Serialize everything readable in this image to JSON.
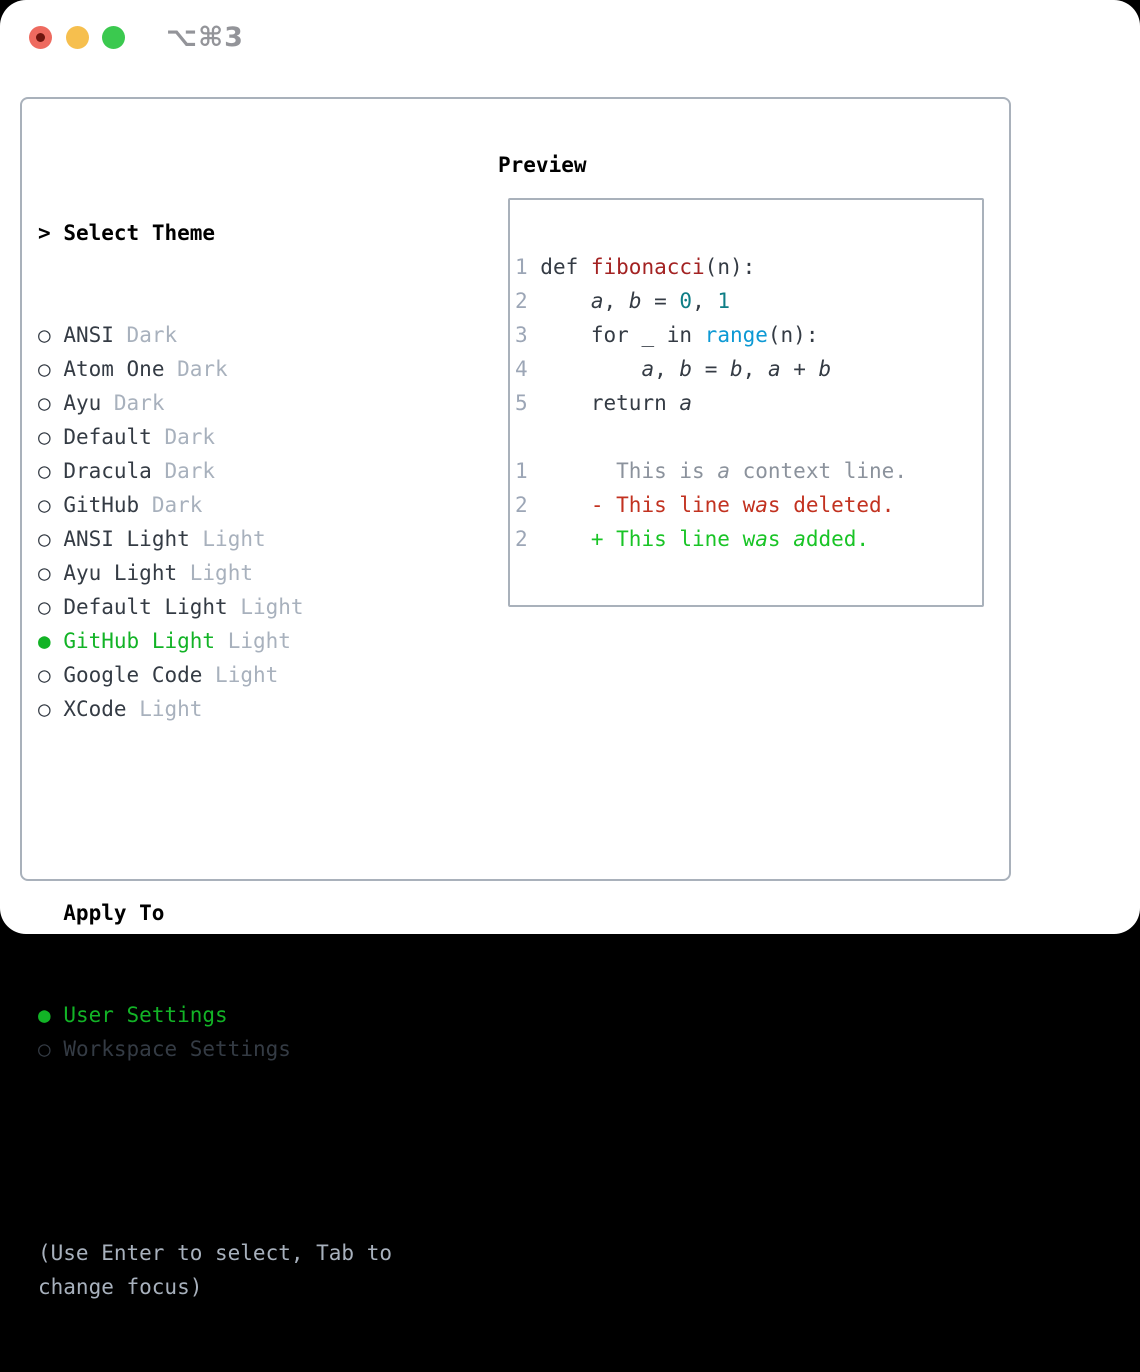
{
  "window": {
    "title_shortcut": "⌥⌘3"
  },
  "markers": {
    "selected": "●",
    "unselected": "○"
  },
  "theme_panel": {
    "header": {
      "prefix": ">",
      "label": "Select Theme"
    },
    "themes": [
      {
        "name": "ANSI",
        "variant": "Dark",
        "selected": false
      },
      {
        "name": "Atom One",
        "variant": "Dark",
        "selected": false
      },
      {
        "name": "Ayu",
        "variant": "Dark",
        "selected": false
      },
      {
        "name": "Default",
        "variant": "Dark",
        "selected": false
      },
      {
        "name": "Dracula",
        "variant": "Dark",
        "selected": false
      },
      {
        "name": "GitHub",
        "variant": "Dark",
        "selected": false
      },
      {
        "name": "ANSI Light",
        "variant": "Light",
        "selected": false
      },
      {
        "name": "Ayu Light",
        "variant": "Light",
        "selected": false
      },
      {
        "name": "Default Light",
        "variant": "Light",
        "selected": false
      },
      {
        "name": "GitHub Light",
        "variant": "Light",
        "selected": true
      },
      {
        "name": "Google Code",
        "variant": "Light",
        "selected": false
      },
      {
        "name": "XCode",
        "variant": "Light",
        "selected": false
      }
    ],
    "apply_to": {
      "header": "Apply To",
      "options": [
        {
          "label": "User Settings",
          "selected": true
        },
        {
          "label": "Workspace Settings",
          "selected": false
        }
      ]
    },
    "hint_lines": [
      "(Use Enter to select, Tab to",
      "change focus)"
    ]
  },
  "preview": {
    "header": "Preview",
    "lines": [
      {
        "name": "code-line",
        "tokens": [
          {
            "t": "1",
            "c": "ln"
          },
          {
            "t": " def ",
            "c": "code"
          },
          {
            "t": "fibonacci",
            "c": "fn"
          },
          {
            "t": "(n):",
            "c": "code"
          }
        ]
      },
      {
        "name": "code-line",
        "tokens": [
          {
            "t": "2",
            "c": "ln"
          },
          {
            "t": "     ",
            "c": "code"
          },
          {
            "t": "a",
            "c": "var"
          },
          {
            "t": ", ",
            "c": "code"
          },
          {
            "t": "b",
            "c": "var"
          },
          {
            "t": " = ",
            "c": "code"
          },
          {
            "t": "0",
            "c": "num"
          },
          {
            "t": ", ",
            "c": "code"
          },
          {
            "t": "1",
            "c": "num"
          }
        ]
      },
      {
        "name": "code-line",
        "tokens": [
          {
            "t": "3",
            "c": "ln"
          },
          {
            "t": "     for _ in ",
            "c": "code"
          },
          {
            "t": "range",
            "c": "call"
          },
          {
            "t": "(n):",
            "c": "code"
          }
        ]
      },
      {
        "name": "code-line",
        "tokens": [
          {
            "t": "4",
            "c": "ln"
          },
          {
            "t": "         ",
            "c": "code"
          },
          {
            "t": "a",
            "c": "var"
          },
          {
            "t": ", ",
            "c": "code"
          },
          {
            "t": "b",
            "c": "var"
          },
          {
            "t": " = ",
            "c": "code"
          },
          {
            "t": "b",
            "c": "var"
          },
          {
            "t": ", ",
            "c": "code"
          },
          {
            "t": "a",
            "c": "var"
          },
          {
            "t": " + ",
            "c": "code"
          },
          {
            "t": "b",
            "c": "var"
          }
        ]
      },
      {
        "name": "code-line",
        "tokens": [
          {
            "t": "5",
            "c": "ln"
          },
          {
            "t": "     return ",
            "c": "code"
          },
          {
            "t": "a",
            "c": "var"
          }
        ]
      },
      {
        "name": "blank-line",
        "tokens": []
      },
      {
        "name": "diff-context-line",
        "tokens": [
          {
            "t": "1",
            "c": "ln"
          },
          {
            "t": "       This is ",
            "c": "ctx"
          },
          {
            "t": "a",
            "c": "ctx-i"
          },
          {
            "t": " context line.",
            "c": "ctx"
          }
        ]
      },
      {
        "name": "diff-deleted-line",
        "tokens": [
          {
            "t": "2",
            "c": "ln"
          },
          {
            "t": "     ",
            "c": "code"
          },
          {
            "t": "- This line w",
            "c": "del"
          },
          {
            "t": "a",
            "c": "del-i"
          },
          {
            "t": "s deleted.",
            "c": "del"
          }
        ]
      },
      {
        "name": "diff-added-line",
        "tokens": [
          {
            "t": "2",
            "c": "ln"
          },
          {
            "t": "     ",
            "c": "code"
          },
          {
            "t": "+ This line w",
            "c": "add"
          },
          {
            "t": "a",
            "c": "add-i"
          },
          {
            "t": "s ",
            "c": "add"
          },
          {
            "t": "a",
            "c": "add-i"
          },
          {
            "t": "dded.",
            "c": "add"
          }
        ]
      }
    ]
  },
  "colors": {
    "selected_green": "#12b326",
    "added_green": "#19c426",
    "deleted_red": "#c23220",
    "function_red": "#a32222",
    "number_teal": "#0e7e86",
    "call_blue": "#0c99d4",
    "text_dark": "#343b44",
    "muted_gray": "#a8b1bd",
    "line_number_gray": "#9ca6b6",
    "context_gray": "#8b929c",
    "border_gray": "#a9b1bb",
    "traffic_red": "#ee6a5f",
    "traffic_red_dot": "#6f150e",
    "traffic_yellow": "#f6bf4e",
    "traffic_green": "#3bc94f"
  }
}
